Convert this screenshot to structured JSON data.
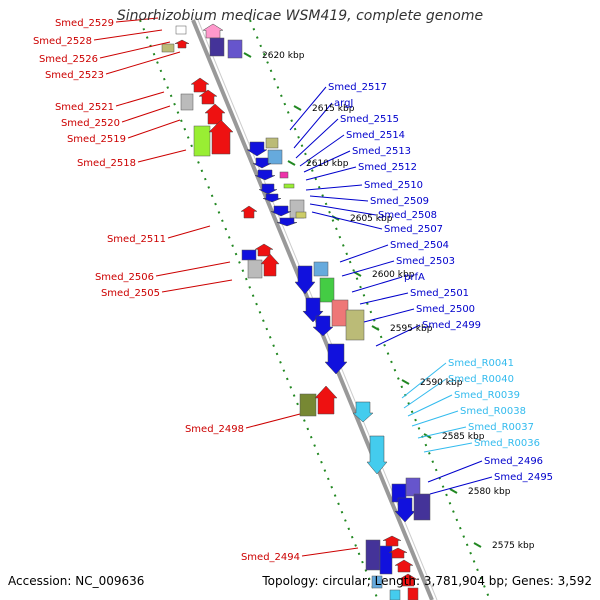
{
  "title": "Sinorhizobium medicae WSM419, complete genome",
  "accession_text": "Accession: NC_009636",
  "summary_text": "Topology: circular; Length: 3,781,904 bp; Genes: 3,592",
  "colors": {
    "red_label": "#cc0000",
    "blue_label": "#0000cc",
    "cyan_label": "#33bbee",
    "backbone": "#999999",
    "tick": "#228822"
  },
  "kbp_labels": [
    "2620 kbp",
    "2615 kbp",
    "2610 kbp",
    "2605 kbp",
    "2600 kbp",
    "2595 kbp",
    "2590 kbp",
    "2585 kbp",
    "2580 kbp",
    "2575 kbp"
  ],
  "left_labels": [
    "Smed_2529",
    "Smed_2528",
    "Smed_2526",
    "Smed_2523",
    "Smed_2521",
    "Smed_2520",
    "Smed_2519",
    "Smed_2518",
    "Smed_2511",
    "Smed_2506",
    "Smed_2505",
    "Smed_2498",
    "Smed_2494"
  ],
  "right_labels": [
    "Smed_2517",
    "argJ",
    "Smed_2515",
    "Smed_2514",
    "Smed_2513",
    "Smed_2512",
    "Smed_2510",
    "Smed_2509",
    "Smed_2508",
    "Smed_2507",
    "Smed_2504",
    "Smed_2503",
    "prfA",
    "Smed_2501",
    "Smed_2500",
    "Smed_2499"
  ],
  "cyan_labels": [
    "Smed_R0041",
    "Smed_R0040",
    "Smed_R0039",
    "Smed_R0038",
    "Smed_R0037",
    "Smed_R0036"
  ],
  "right_labels_bottom": [
    "Smed_2496",
    "Smed_2495"
  ]
}
